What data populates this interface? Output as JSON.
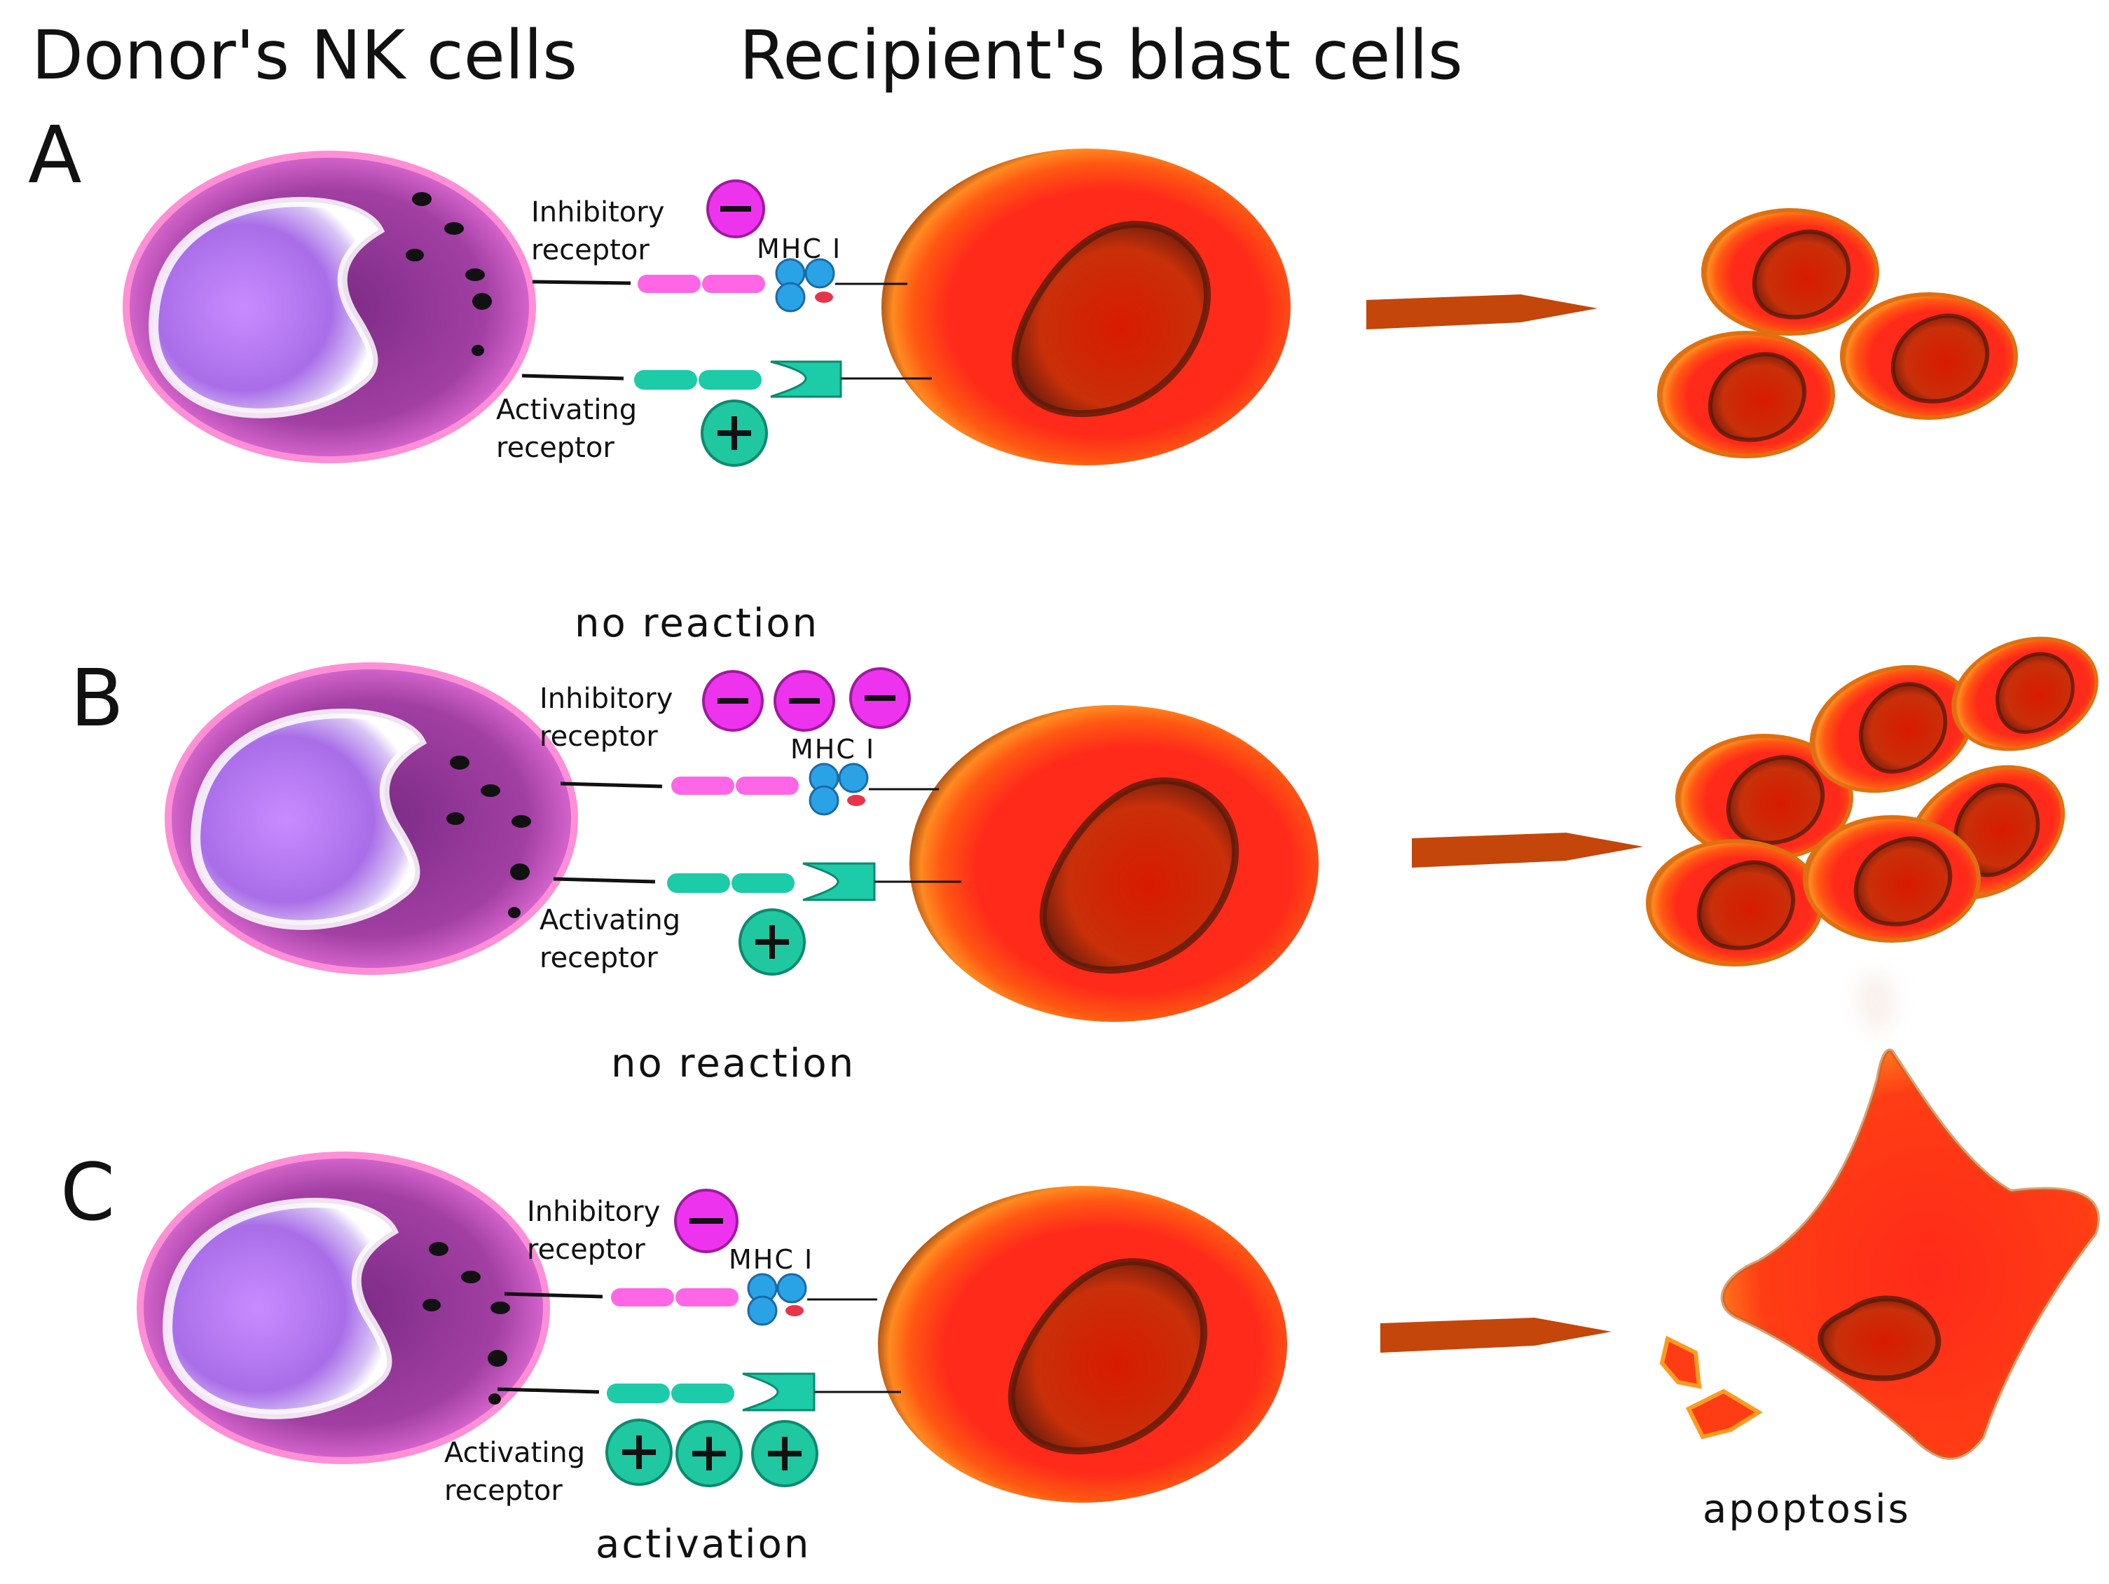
{
  "titles": {
    "left": "Donor's NK cells",
    "right": "Recipient's blast cells"
  },
  "panels": [
    {
      "letter": "A",
      "inhibitory_label": [
        "Inhibitory",
        "receptor"
      ],
      "activating_label": [
        "Activating",
        "receptor"
      ],
      "mhc_label": "MHC I",
      "minus_count": 1,
      "plus_count": 1,
      "caption": "no reaction",
      "outcome": "blast cells proliferate (3 cells)"
    },
    {
      "letter": "B",
      "inhibitory_label": [
        "Inhibitory",
        "receptor"
      ],
      "activating_label": [
        "Activating",
        "receptor"
      ],
      "mhc_label": "MHC I",
      "minus_count": 3,
      "plus_count": 1,
      "caption": "no reaction",
      "outcome": "blast cells proliferate (6 cells)"
    },
    {
      "letter": "C",
      "inhibitory_label": [
        "Inhibitory",
        "receptor"
      ],
      "activating_label": [
        "Activating",
        "receptor"
      ],
      "mhc_label": "MHC I",
      "minus_count": 1,
      "plus_count": 3,
      "caption": "activation",
      "outcome": "apoptosis"
    }
  ],
  "signs": {
    "minus": "−",
    "plus": "+"
  },
  "colors": {
    "nk_outer": "#c14fb0",
    "nk_nucleus": "#b77cf0",
    "inhibitory_receptor": "#ff66e6",
    "activating_receptor": "#1ccba8",
    "minus_bubble": "#ee33ee",
    "plus_bubble": "#1fc8a0",
    "mhc": "#2aa2e6",
    "blast_red": "#ff2a1a",
    "blast_orange": "#ff7a10",
    "arrow": "#c4460a"
  }
}
